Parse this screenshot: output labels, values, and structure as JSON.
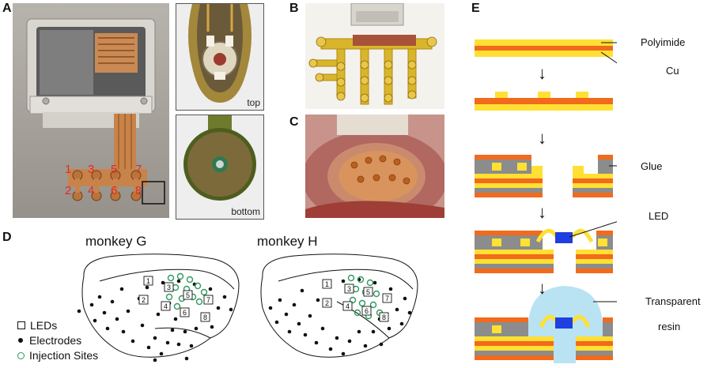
{
  "panels": {
    "a": "A",
    "b": "B",
    "c": "C",
    "d": "D",
    "e": "E"
  },
  "panel_a": {
    "led_numbers": [
      "1",
      "3",
      "5",
      "7",
      "2",
      "4",
      "6",
      "8"
    ],
    "insets": {
      "top": "top",
      "bottom": "bottom"
    }
  },
  "panel_d": {
    "monkeys": [
      {
        "name": "monkey G"
      },
      {
        "name": "monkey H"
      }
    ],
    "led_labels": [
      "1",
      "2",
      "3",
      "4",
      "5",
      "6",
      "7",
      "8"
    ],
    "legend": {
      "leds": "LEDs",
      "electrodes": "Electrodes",
      "injection": "Injection Sites"
    }
  },
  "panel_e": {
    "labels": {
      "polyimide": "Polyimide",
      "cu": "Cu",
      "glue": "Glue",
      "led": "LED",
      "resin1": "Transparent",
      "resin2": "resin"
    }
  },
  "colors": {
    "polyimide": "#ffe033",
    "copper": "#f26a1b",
    "glue": "#8c8c8c",
    "led": "#1f3fe0",
    "resin": "#b9e3f3",
    "injection": "#2e9a5e"
  }
}
